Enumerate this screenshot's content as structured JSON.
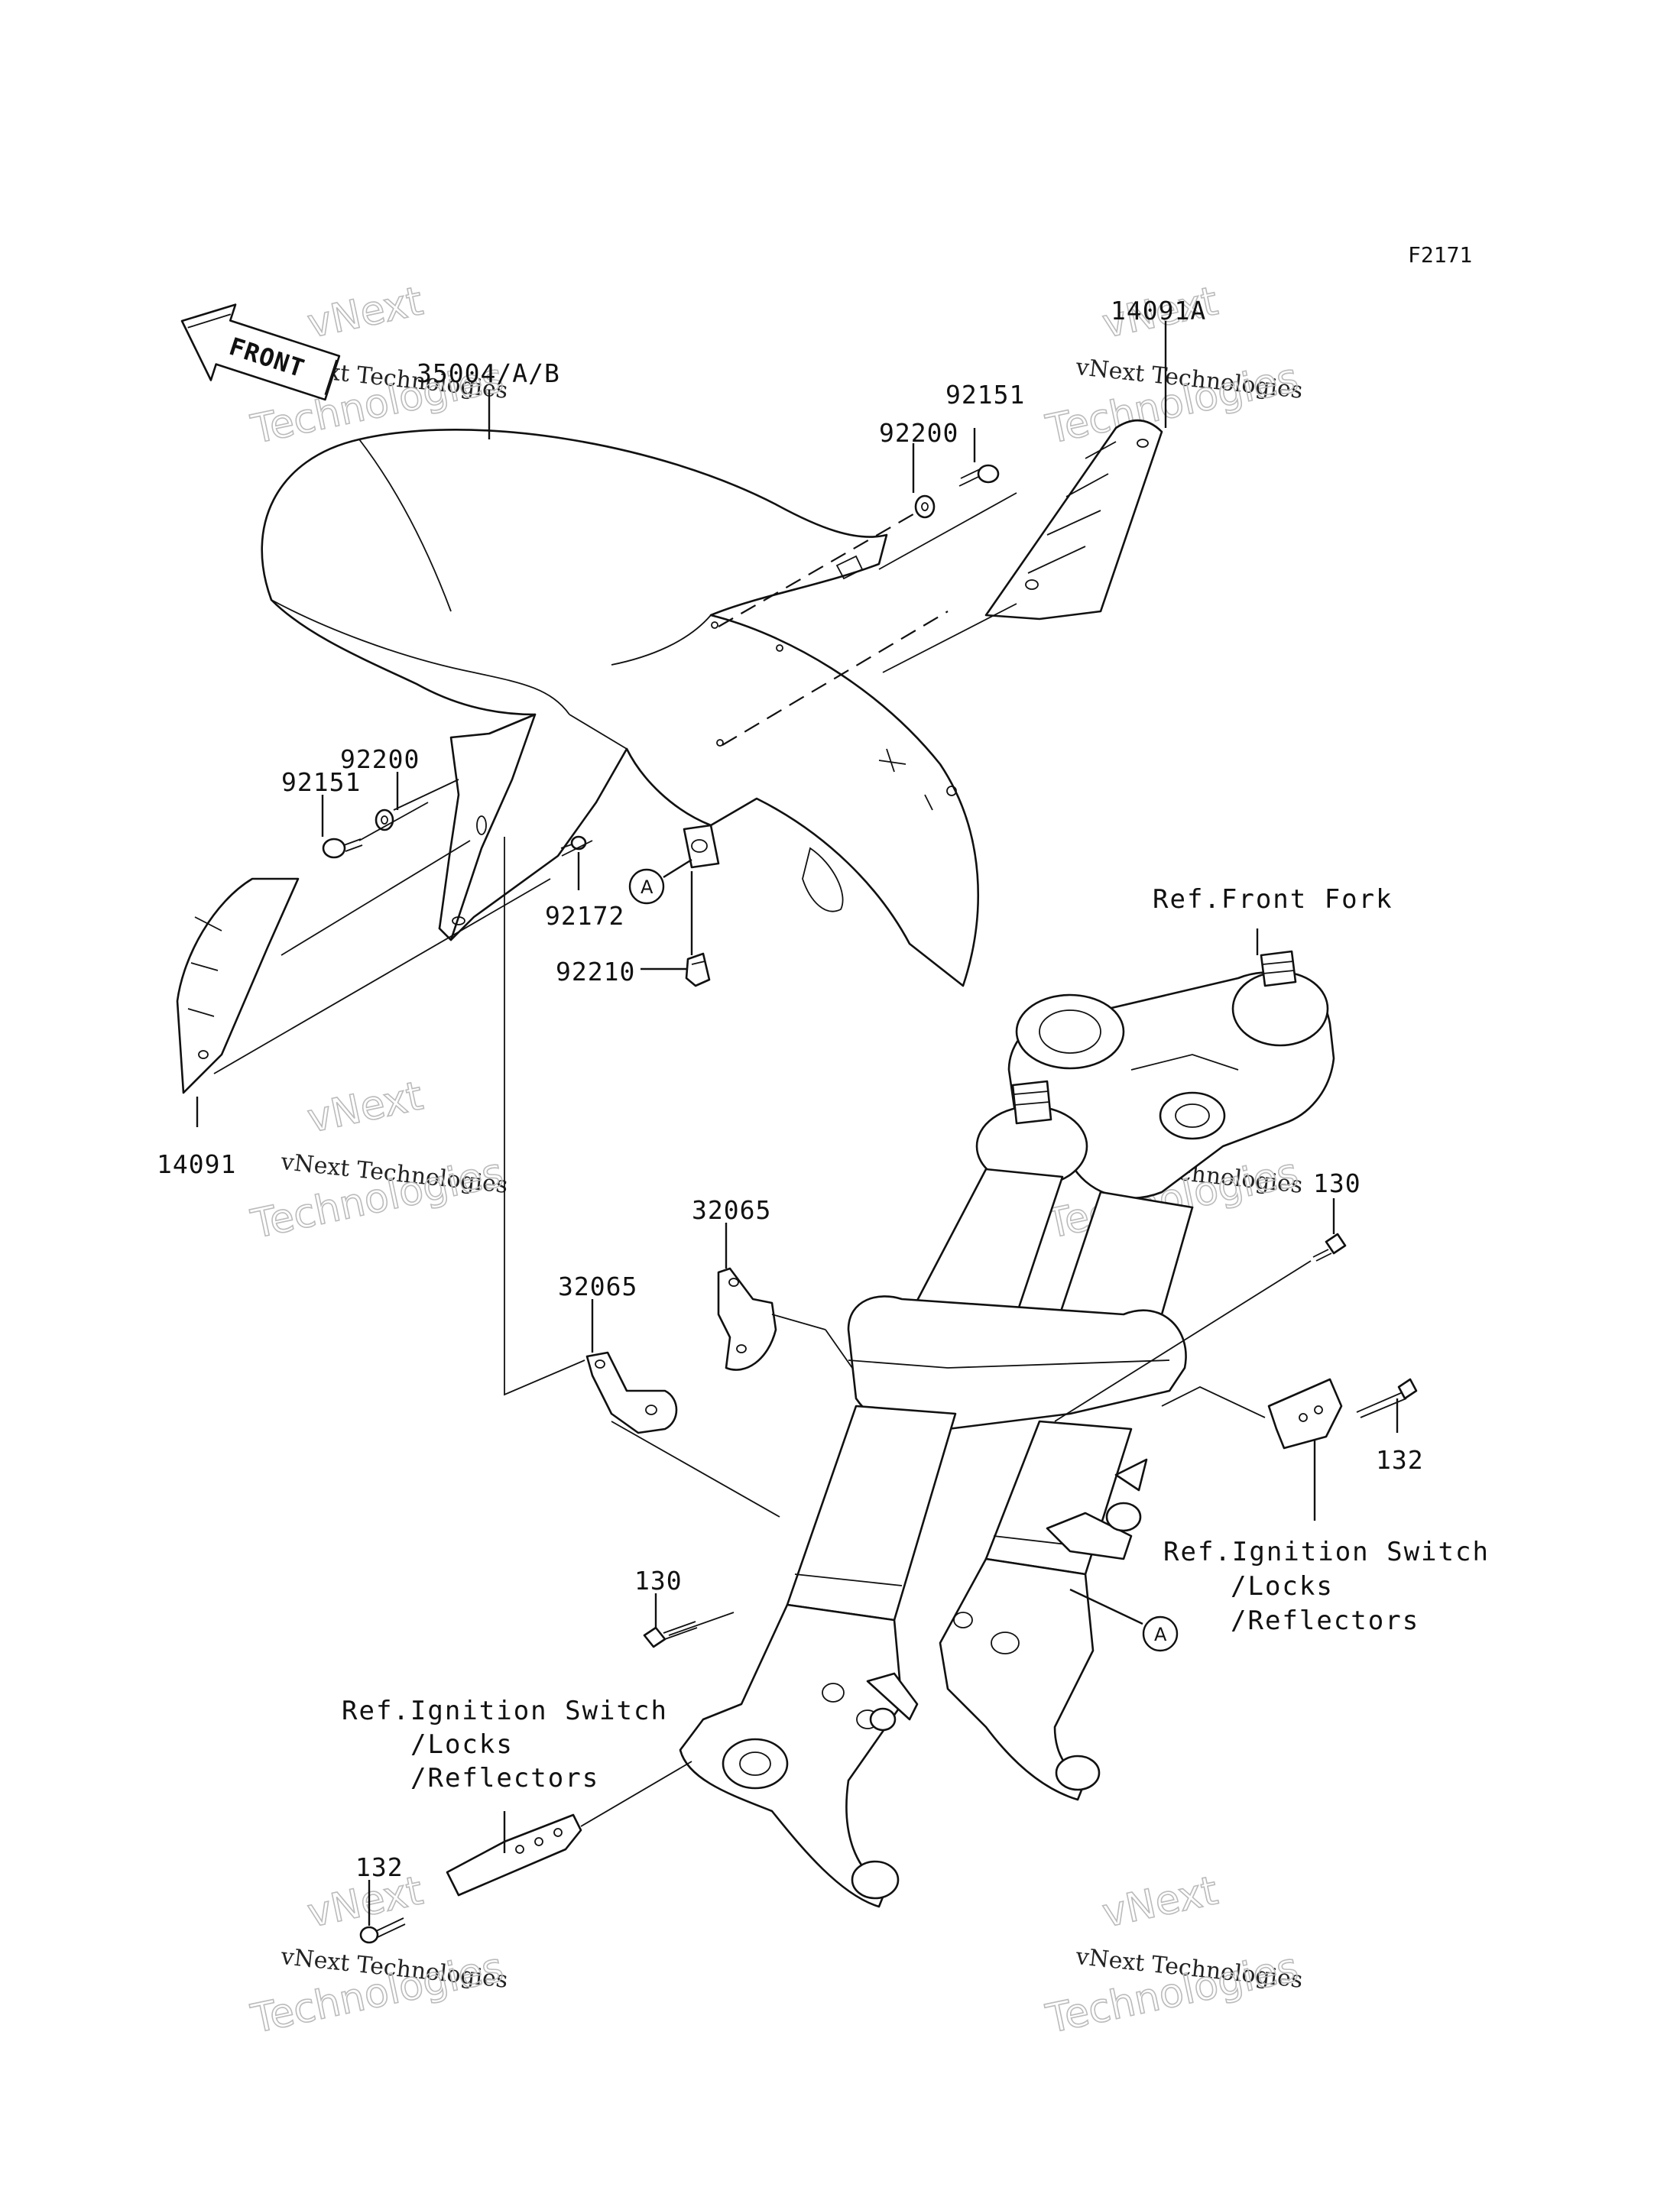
{
  "diagram_code": "F2171",
  "front_marker": "FRONT",
  "callouts": {
    "mudguard": "35004/A/B",
    "cover_right": "14091A",
    "cover_left": "14091",
    "bolt_top": "92151",
    "washer_top": "92200",
    "washer_left": "92200",
    "bolt_left": "92151",
    "bolt_small": "92172",
    "nut_clip": "92210",
    "bracket_upper": "32065",
    "bracket_lower": "32065",
    "bolt_130_right": "130",
    "bolt_130_left": "130",
    "bolt_132_right": "132",
    "bolt_132_left": "132",
    "point_a": "A"
  },
  "references": {
    "front_fork": "Ref.Front Fork",
    "ignition_right": [
      "Ref.Ignition Switch",
      "/Locks",
      "/Reflectors"
    ],
    "ignition_left": [
      "Ref.Ignition Switch",
      "/Locks",
      "/Reflectors"
    ]
  },
  "watermark": {
    "line1": "vNext Technologies",
    "line2": "vNext",
    "line3": "Technologies"
  }
}
